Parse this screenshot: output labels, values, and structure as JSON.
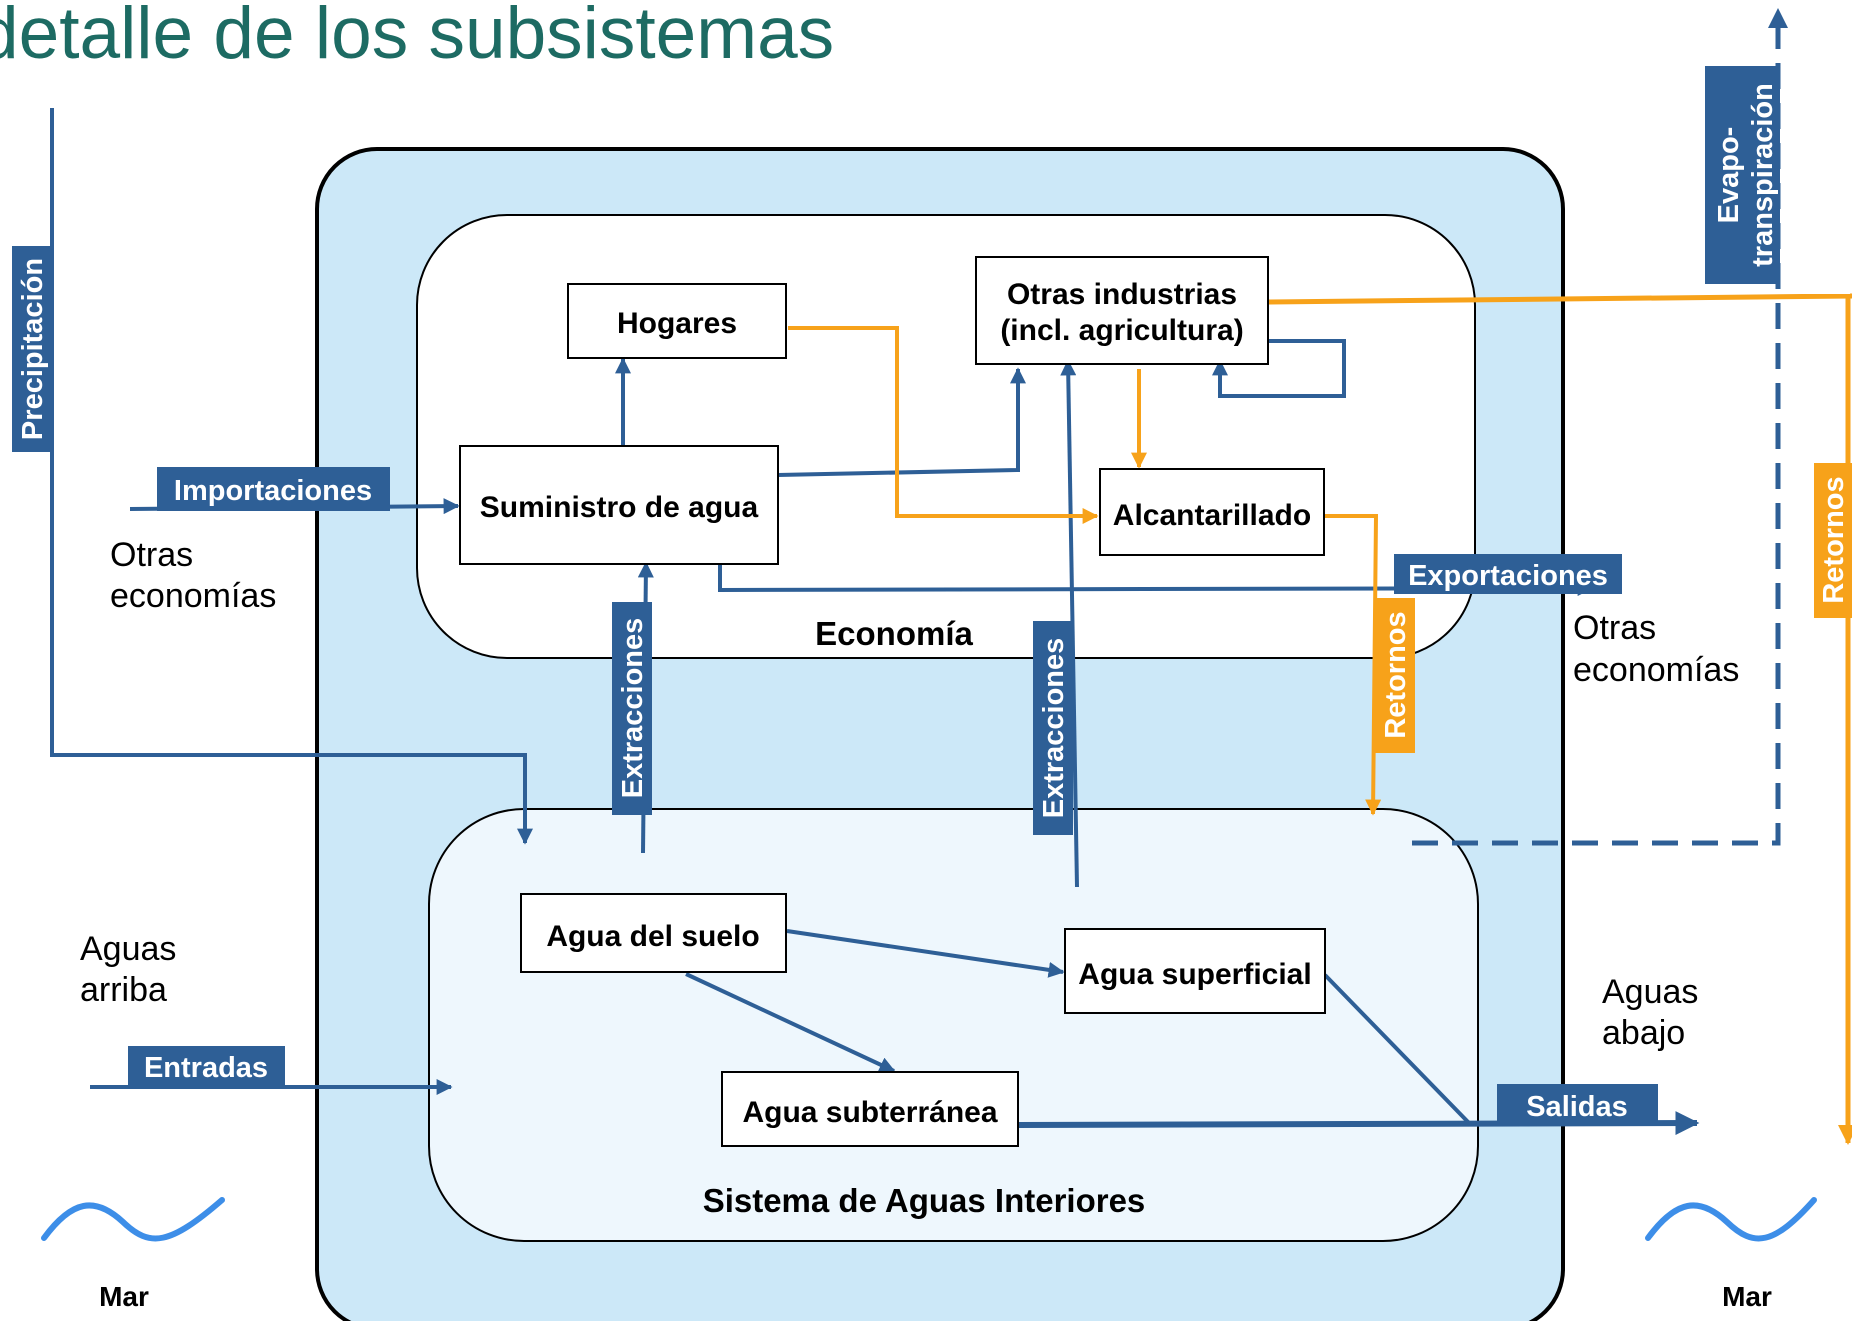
{
  "title": "detalle de los subsistemas",
  "regions": {
    "economy": "Economía",
    "inland": "Sistema de Aguas Interiores"
  },
  "nodes": {
    "hogares": "Hogares",
    "otras_industrias_1": "Otras industrias",
    "otras_industrias_2": "(incl. agricultura)",
    "suministro": "Suministro de agua",
    "alcantarillado": "Alcantarillado",
    "agua_suelo": "Agua del suelo",
    "agua_superficial": "Agua superficial",
    "agua_subterranea": "Agua subterránea"
  },
  "flow_labels": {
    "precipitacion": "Precipitación",
    "importaciones": "Importaciones",
    "exportaciones": "Exportaciones",
    "extracciones": "Extracciones",
    "retornos": "Retornos",
    "evapo_1": "Evapo-",
    "evapo_2": "transpiración",
    "entradas": "Entradas",
    "salidas": "Salidas"
  },
  "outside": {
    "otras_economias_1": "Otras",
    "otras_economias_2": "economías",
    "aguas_arriba_1": "Aguas",
    "aguas_arriba_2": "arriba",
    "aguas_abajo_1": "Aguas",
    "aguas_abajo_2": "abajo",
    "mar": "Mar"
  },
  "colors": {
    "title": "#1d6b63",
    "blue_flow": "#2e5f96",
    "orange_flow": "#f7a21a",
    "environment_fill": "#cce8f8",
    "inland_fill": "#eef7fd",
    "wave": "#3d8ee8"
  }
}
